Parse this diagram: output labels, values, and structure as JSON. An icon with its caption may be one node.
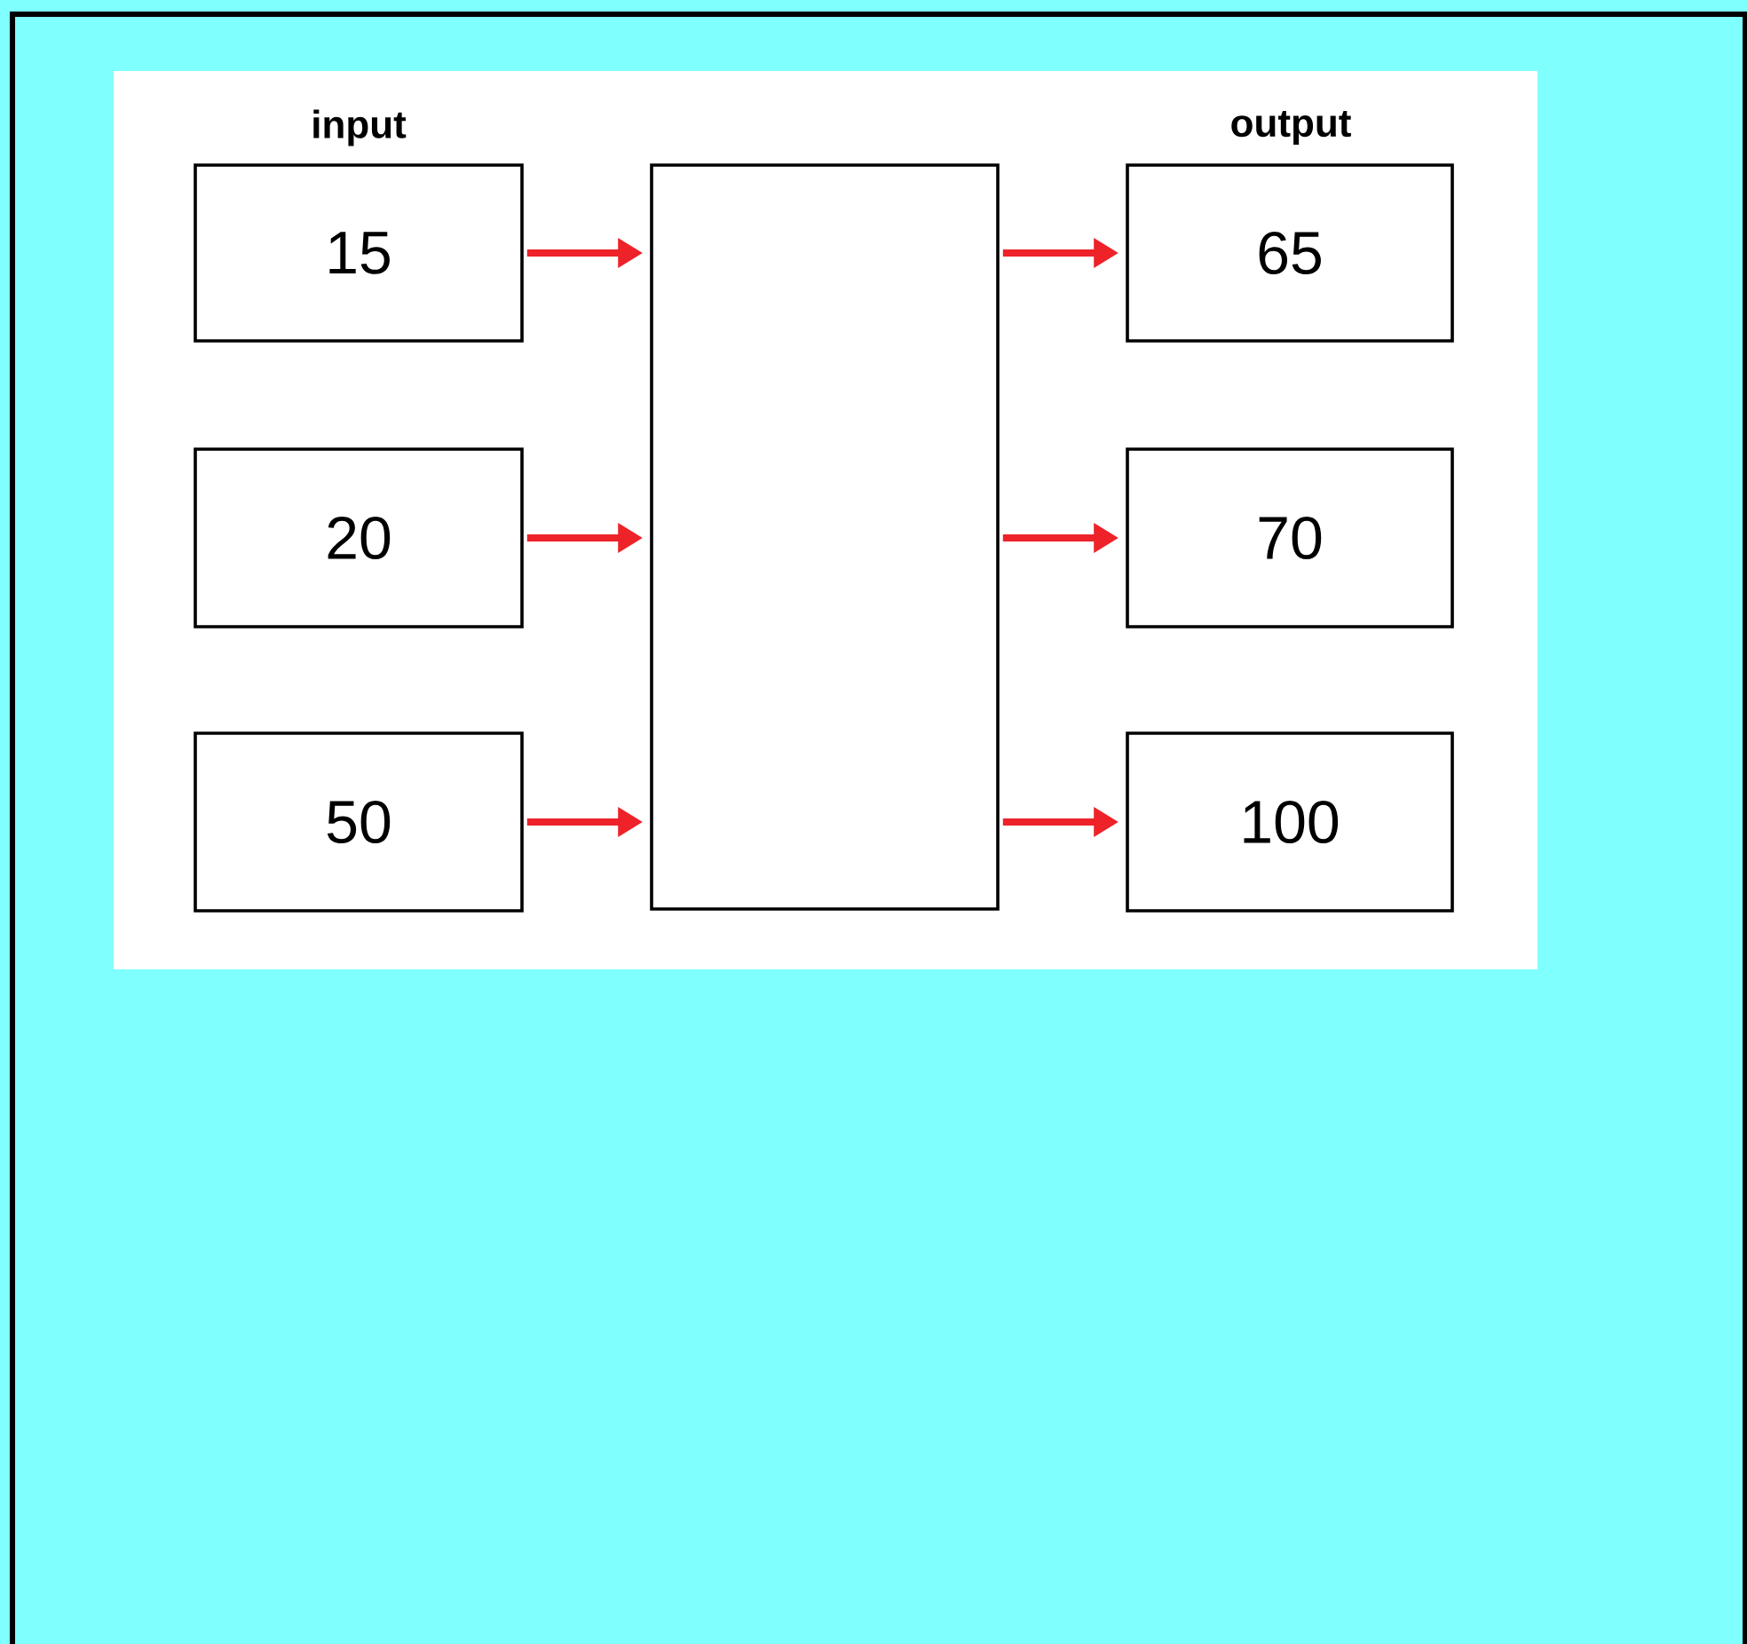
{
  "diagram": {
    "nodes": [
      {
        "text": [
          "15"
        ]
      },
      {
        "text": [
          "20"
        ]
      },
      {
        "text": [
          "50"
        ]
      },
      {
        "text": [],
        "shape": "box"
      },
      {
        "text": [
          "65"
        ]
      },
      {
        "text": [
          "70"
        ]
      },
      {
        "text": [
          "100"
        ]
      }
    ],
    "edges": [
      {
        "from": 0,
        "to": 3,
        "arrow": "to"
      },
      {
        "from": 1,
        "to": 3,
        "arrow": "to"
      },
      {
        "from": 2,
        "to": 3,
        "arrow": "to"
      },
      {
        "from": 3,
        "to": 4,
        "arrow": "to"
      },
      {
        "from": 3,
        "to": 5,
        "arrow": "to"
      },
      {
        "from": 3,
        "to": 6,
        "arrow": "to"
      }
    ],
    "labels": [
      "input",
      "output"
    ]
  }
}
